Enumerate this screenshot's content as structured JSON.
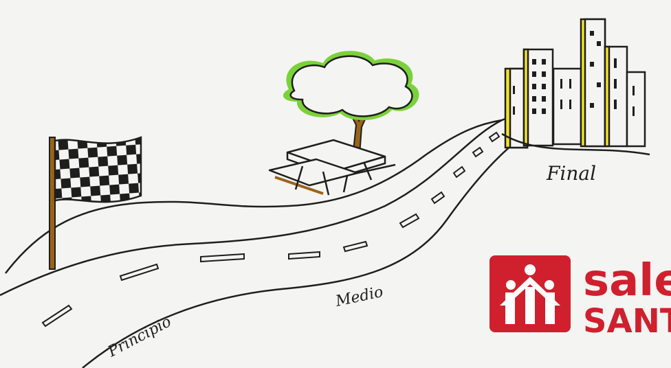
{
  "labels": {
    "start": "Principio",
    "middle": "Medio",
    "end": "Final"
  },
  "logo": {
    "word": "sale",
    "city": "SANT",
    "color": "#d0202e"
  },
  "colors": {
    "ink": "#1e1e1e",
    "paper": "#f4f4f2",
    "tree_green": "#7bd13a",
    "building_yellow": "#f2e12a",
    "wood_brown": "#9a6418"
  }
}
